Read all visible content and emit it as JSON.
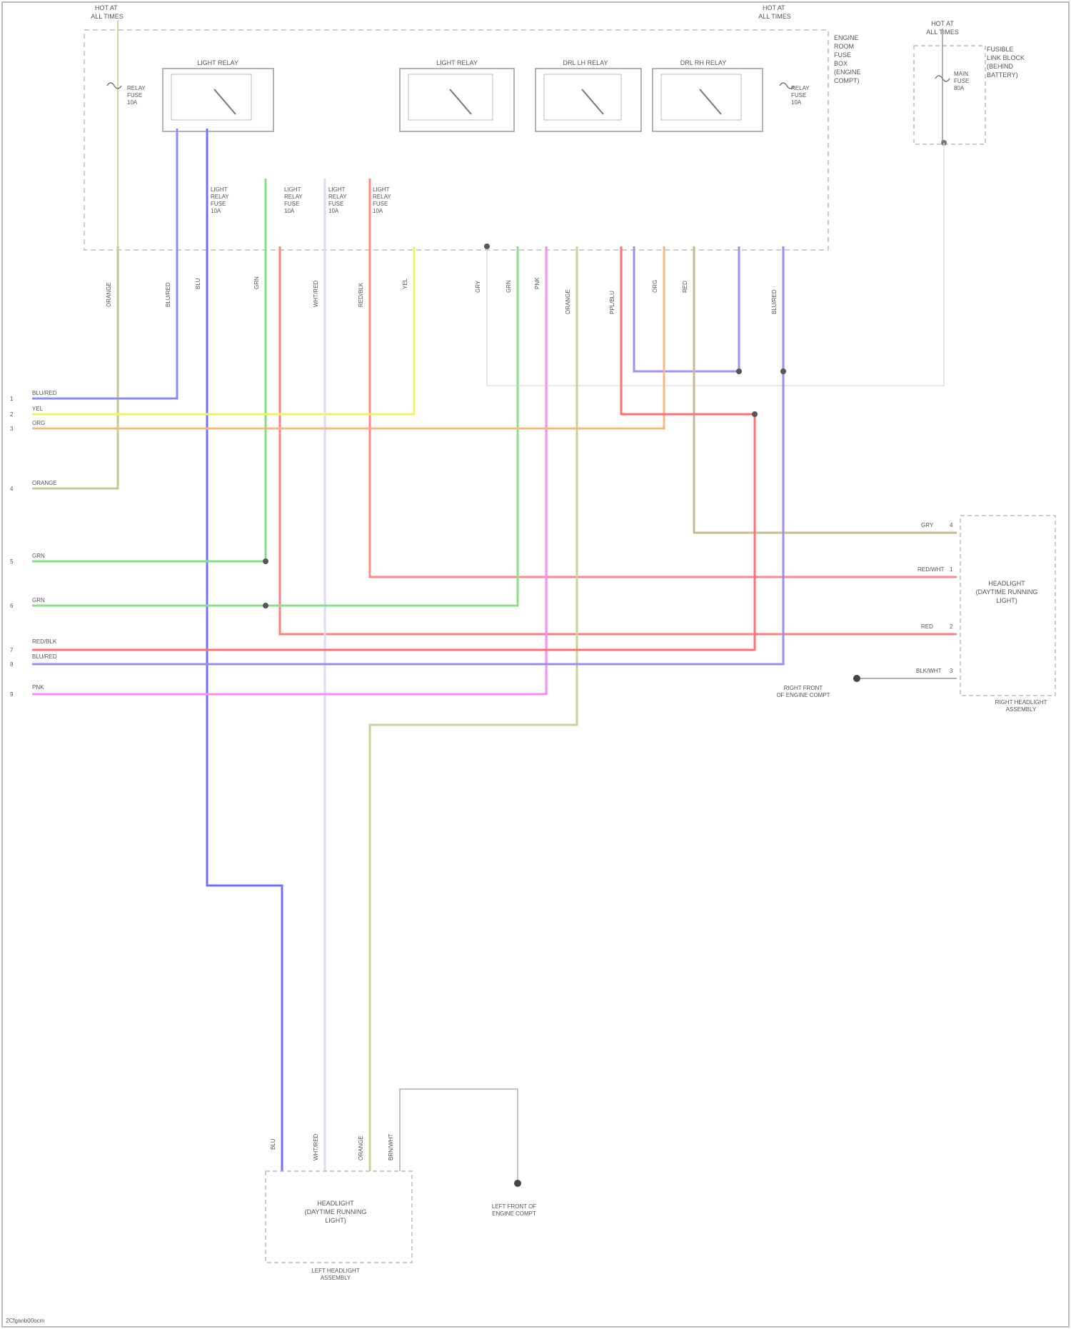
{
  "relays": [
    {
      "id": "relay-1",
      "label": "LIGHT RELAY"
    },
    {
      "id": "relay-2",
      "label": "LIGHT RELAY"
    },
    {
      "id": "relay-3",
      "label": "DRL LH RELAY"
    },
    {
      "id": "relay-4",
      "label": "DRL RH RELAY"
    }
  ],
  "boxes": {
    "fuse_box_note": [
      "ENGINE",
      "ROOM",
      "FUSE",
      "BOX",
      "(ENGINE",
      "COMPT)"
    ],
    "top_left_label": [
      "HOT AT",
      "ALL TIMES"
    ],
    "top_right_label": [
      "HOT AT",
      "ALL TIMES"
    ],
    "far_right_label": [
      "HOT AT",
      "ALL TIMES"
    ],
    "far_right_note": [
      "FUSIBLE",
      "LINK BLOCK",
      "(BEHIND",
      "BATTERY)"
    ],
    "right_lamp_title": [
      "HEADLIGHT",
      "(DAYTIME RUNNING",
      "LIGHT)"
    ],
    "right_lamp_sub": [
      "RIGHT HEADLIGHT",
      "ASSEMBLY"
    ],
    "left_lamp_title": [
      "HEADLIGHT",
      "(DAYTIME RUNNING",
      "LIGHT)"
    ],
    "left_lamp_sub": [
      "LEFT HEADLIGHT",
      "ASSEMBLY"
    ],
    "ground_right": [
      "RIGHT FRONT",
      "OF ENGINE COMPT"
    ],
    "ground_left": [
      "LEFT FRONT OF",
      "ENGINE COMPT"
    ]
  },
  "fuses": [
    {
      "id": "fuse-a",
      "text": [
        "RELAY",
        "FUSE",
        "10A"
      ]
    },
    {
      "id": "fuse-b",
      "text": [
        "LIGHT",
        "RELAY",
        "FUSE",
        "10A"
      ]
    },
    {
      "id": "fuse-c",
      "text": [
        "LIGHT",
        "RELAY",
        "FUSE",
        "10A"
      ]
    },
    {
      "id": "fuse-d",
      "text": [
        "LIGHT",
        "RELAY",
        "FUSE",
        "10A"
      ]
    },
    {
      "id": "fuse-e",
      "text": [
        "LIGHT",
        "RELAY",
        "FUSE",
        "10A"
      ]
    },
    {
      "id": "fuse-f",
      "text": [
        "RELAY",
        "FUSE",
        "10A"
      ]
    },
    {
      "id": "fuse-g",
      "text": [
        "MAIN",
        "FUSE",
        "80A"
      ]
    }
  ],
  "wires": [
    {
      "id": "w-orange-top",
      "label": "ORANGE",
      "color": "#c8c890"
    },
    {
      "id": "w-blue-a",
      "label": "BLU/RED",
      "color": "#8c8cf0"
    },
    {
      "id": "w-blue-main",
      "label": "BLU",
      "color": "#7070ff"
    },
    {
      "id": "w-green-a",
      "label": "GRN",
      "color": "#80e080"
    },
    {
      "id": "w-red-a",
      "label": "RED",
      "color": "#ff8080"
    },
    {
      "id": "w-white",
      "label": "WHT/RED",
      "color": "#e0e0f0"
    },
    {
      "id": "w-red-b",
      "label": "RED/BLK",
      "color": "#ff8888"
    },
    {
      "id": "w-yellow",
      "label": "YEL",
      "color": "#f2f260"
    },
    {
      "id": "w-gray",
      "label": "GRY",
      "color": "#e0e0e0"
    },
    {
      "id": "w-green-b",
      "label": "GRN",
      "color": "#88e088"
    },
    {
      "id": "w-pink",
      "label": "PNK",
      "color": "#ff88ff"
    },
    {
      "id": "w-tan",
      "label": "ORANGE",
      "color": "#cfcf9a"
    },
    {
      "id": "w-purple",
      "label": "PPL/BLU",
      "color": "#a090f0"
    },
    {
      "id": "w-orange",
      "label": "ORG",
      "color": "#f4b880"
    },
    {
      "id": "w-red-c",
      "label": "RED",
      "color": "#ff7070"
    },
    {
      "id": "w-purple-b",
      "label": "BLU/RED",
      "color": "#9a8cf0"
    }
  ],
  "left_terminals": [
    {
      "num": "1",
      "label": "BLU/RED"
    },
    {
      "num": "2",
      "label": "YEL"
    },
    {
      "num": "3",
      "label": "ORG"
    },
    {
      "num": "4",
      "label": "ORANGE"
    },
    {
      "num": "5",
      "label": "GRN"
    },
    {
      "num": "6",
      "label": "GRN"
    },
    {
      "num": "7",
      "label": "RED/BLK"
    },
    {
      "num": "8",
      "label": "BLU/RED"
    },
    {
      "num": "9",
      "label": "PNK"
    }
  ],
  "right_pins": [
    {
      "label": "GRY",
      "pin": "4"
    },
    {
      "label": "RED/WHT",
      "pin": "1"
    },
    {
      "label": "RED",
      "pin": "2"
    },
    {
      "label": "BLK/WHT",
      "pin": "3"
    }
  ],
  "left_lamp_pins": [
    "BLU",
    "WHT/RED",
    "ORANGE",
    "BRN/WHT"
  ],
  "footer": "2Cfganb00ocm"
}
